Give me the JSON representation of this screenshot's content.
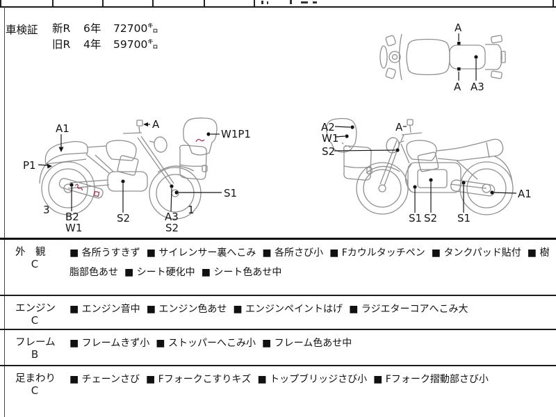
{
  "shaken": {
    "label": "車検証",
    "rows": [
      {
        "reg": "新R",
        "years": "6年",
        "mileage": "72700㌔"
      },
      {
        "reg": "旧R",
        "years": "4年",
        "mileage": "59700㌔"
      }
    ]
  },
  "diagrams": {
    "top_view": {
      "a_top": "A",
      "a_bottom": "A",
      "a3": "A3"
    },
    "left_bike": {
      "a1": "A1",
      "p1": "P1",
      "a": "A",
      "w1p1": "W1P1",
      "s1": "S1",
      "b2": "B2",
      "w1": "W1",
      "s2_engine": "S2",
      "a3": "A3",
      "s2_fork": "S2",
      "n3": "3",
      "n1": "1"
    },
    "right_bike": {
      "a2": "A2",
      "w1": "W1",
      "s2": "S2",
      "a": "A",
      "a1": "A1",
      "s1_left": "S1",
      "s2_engine": "S2",
      "s1_right": "S1"
    }
  },
  "condition": {
    "bullet": "■",
    "rows": [
      {
        "category": "外　観",
        "grade": "C",
        "items": [
          "各所うすきず",
          "サイレンサー裏へこみ",
          "各所さび小",
          "Fカウルタッチペン",
          "タンクパッド貼付",
          "樹脂部色あせ",
          "シート硬化中",
          "シート色あせ中"
        ]
      },
      {
        "category": "エンジン",
        "grade": "C",
        "items": [
          "エンジン音中",
          "エンジン色あせ",
          "エンジンペイントはげ",
          "ラジエターコアへこみ大"
        ]
      },
      {
        "category": "フレーム",
        "grade": "B",
        "items": [
          "フレームきず小",
          "ストッパーへこみ小",
          "フレーム色あせ中"
        ]
      },
      {
        "category": "足まわり",
        "grade": "C",
        "items": [
          "チェーンさび",
          "Fフォークこすりキズ",
          "トップブリッジさび小",
          "Fフォーク摺動部さび小"
        ]
      }
    ]
  },
  "colors": {
    "ink": "#151515",
    "sketch": "#8f8f8f",
    "red_mark": "#a8455c",
    "border": "#1a1a1a"
  }
}
